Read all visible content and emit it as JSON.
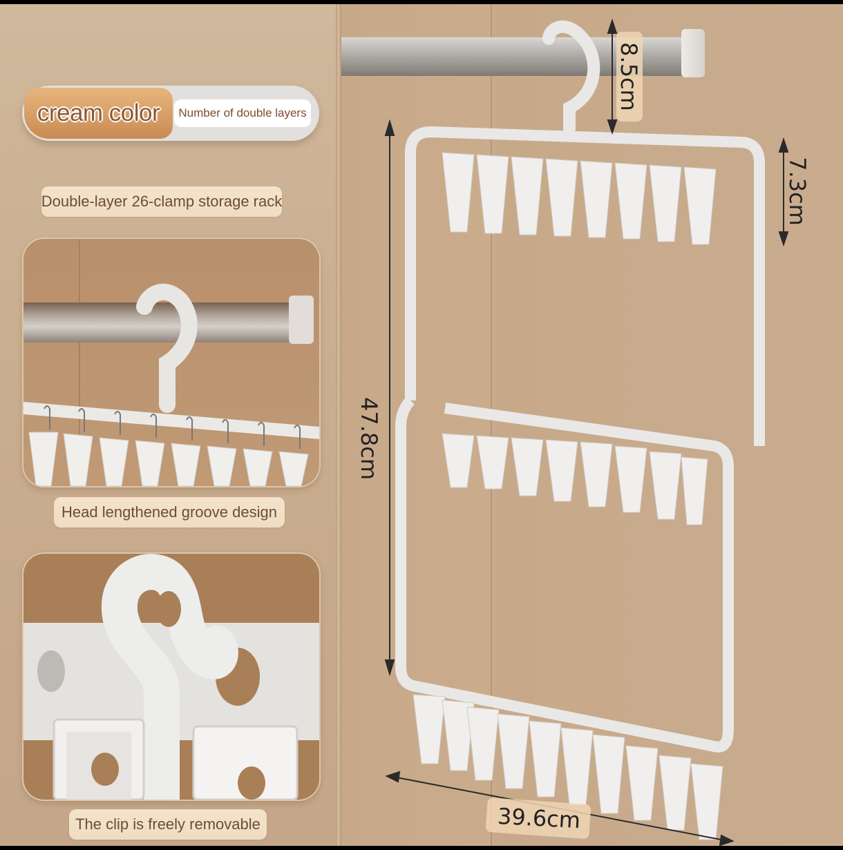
{
  "product": {
    "color_tag": "cream color",
    "variant_label": "Number of double layers",
    "title_caption": "Double-layer 26-clamp storage rack",
    "feature_1_caption": "Head lengthened groove design",
    "feature_2_caption": "The clip is freely removable"
  },
  "dimensions": {
    "hook_height": "8.5cm",
    "layer_clip_height": "7.3cm",
    "total_height": "47.8cm",
    "width": "39.6cm"
  },
  "colors": {
    "tag_orange": "#d69a5e",
    "tag_text": "#8b5a34",
    "caption_text": "#6c4d34",
    "caption_bg": "#f2e0c8",
    "wall": "#c9ac8e",
    "rack_white": "#e9e8e6"
  }
}
